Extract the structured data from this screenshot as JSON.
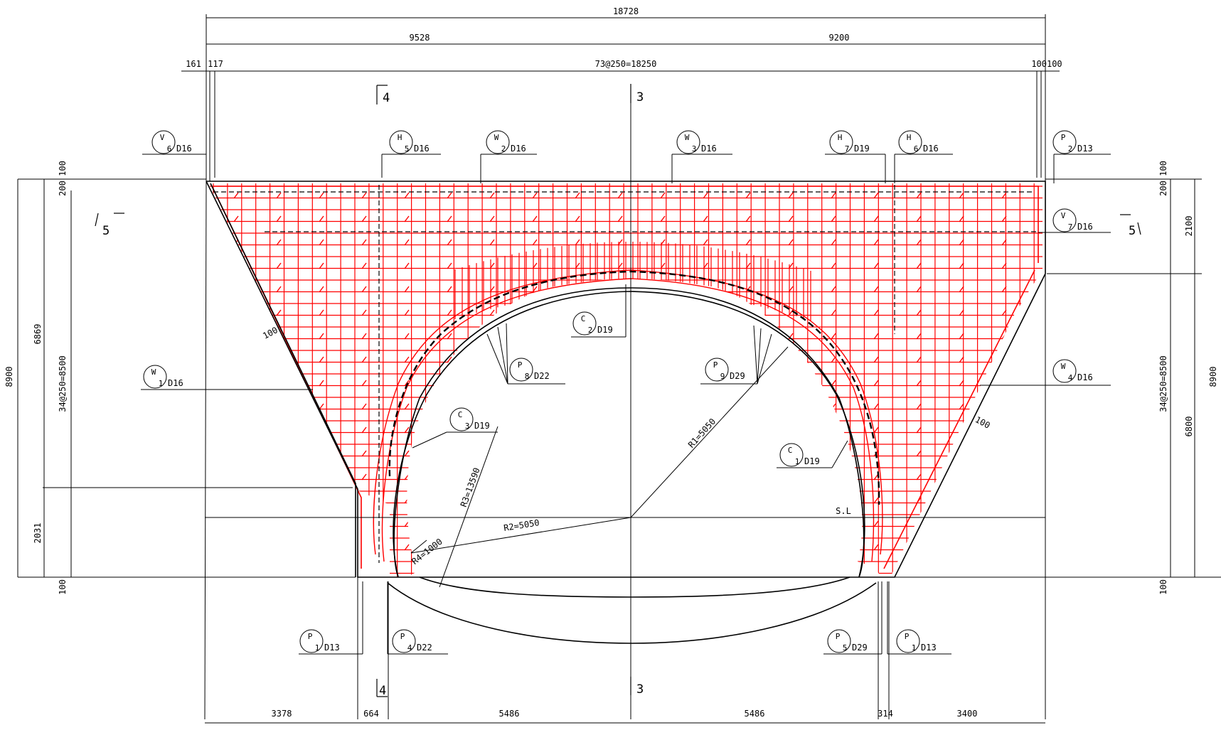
{
  "colors": {
    "line": "#000000",
    "rebar": "#ff0000",
    "paper": "#ffffff"
  },
  "dimensions": {
    "total_width": "18728",
    "left_half": "9528",
    "right_half": "9200",
    "pitch_main": "73@250=18250",
    "top_left_a": "161",
    "top_left_b": "117",
    "top_right": "100100",
    "bottom_1": "3378",
    "bottom_2": "664",
    "bottom_3": "5486",
    "bottom_4": "5486",
    "bottom_5": "314",
    "bottom_6": "3400",
    "left_top_a": "100",
    "left_top_b": "200",
    "left_6869": "6869",
    "left_pitch": "34@250=8500",
    "left_total": "8900",
    "left_2031": "2031",
    "left_bottom": "100",
    "right_top_a": "100",
    "right_top_b": "200",
    "right_2100": "2100",
    "right_pitch": "34@250=8500",
    "right_6800": "6800",
    "right_total": "8900",
    "right_bottom": "100",
    "cover_left": "100",
    "cover_right": "100"
  },
  "radii": {
    "r1": "R1=5050",
    "r2": "R2=5050",
    "r3": "R3=13590",
    "r4": "R4=1000"
  },
  "springline": "S.L",
  "sections": {
    "s4_top": "4",
    "s3_top": "3",
    "s4_bottom": "4",
    "s3_bottom": "3",
    "s5_left": "5",
    "s5_right": "5"
  },
  "bar_marks": [
    {
      "letter": "V",
      "num": "6",
      "dia": "D16"
    },
    {
      "letter": "H",
      "num": "5",
      "dia": "D16"
    },
    {
      "letter": "W",
      "num": "2",
      "dia": "D16"
    },
    {
      "letter": "W",
      "num": "3",
      "dia": "D16"
    },
    {
      "letter": "H",
      "num": "7",
      "dia": "D19"
    },
    {
      "letter": "H",
      "num": "6",
      "dia": "D16"
    },
    {
      "letter": "P",
      "num": "2",
      "dia": "D13"
    },
    {
      "letter": "V",
      "num": "7",
      "dia": "D16"
    },
    {
      "letter": "C",
      "num": "2",
      "dia": "D19"
    },
    {
      "letter": "P",
      "num": "8",
      "dia": "D22"
    },
    {
      "letter": "P",
      "num": "9",
      "dia": "D29"
    },
    {
      "letter": "W",
      "num": "1",
      "dia": "D16"
    },
    {
      "letter": "W",
      "num": "4",
      "dia": "D16"
    },
    {
      "letter": "C",
      "num": "3",
      "dia": "D19"
    },
    {
      "letter": "C",
      "num": "1",
      "dia": "D19"
    },
    {
      "letter": "P",
      "num": "1",
      "dia": "D13"
    },
    {
      "letter": "P",
      "num": "4",
      "dia": "D22"
    },
    {
      "letter": "P",
      "num": "5",
      "dia": "D29"
    },
    {
      "letter": "P",
      "num": "1",
      "dia": "D13"
    }
  ]
}
